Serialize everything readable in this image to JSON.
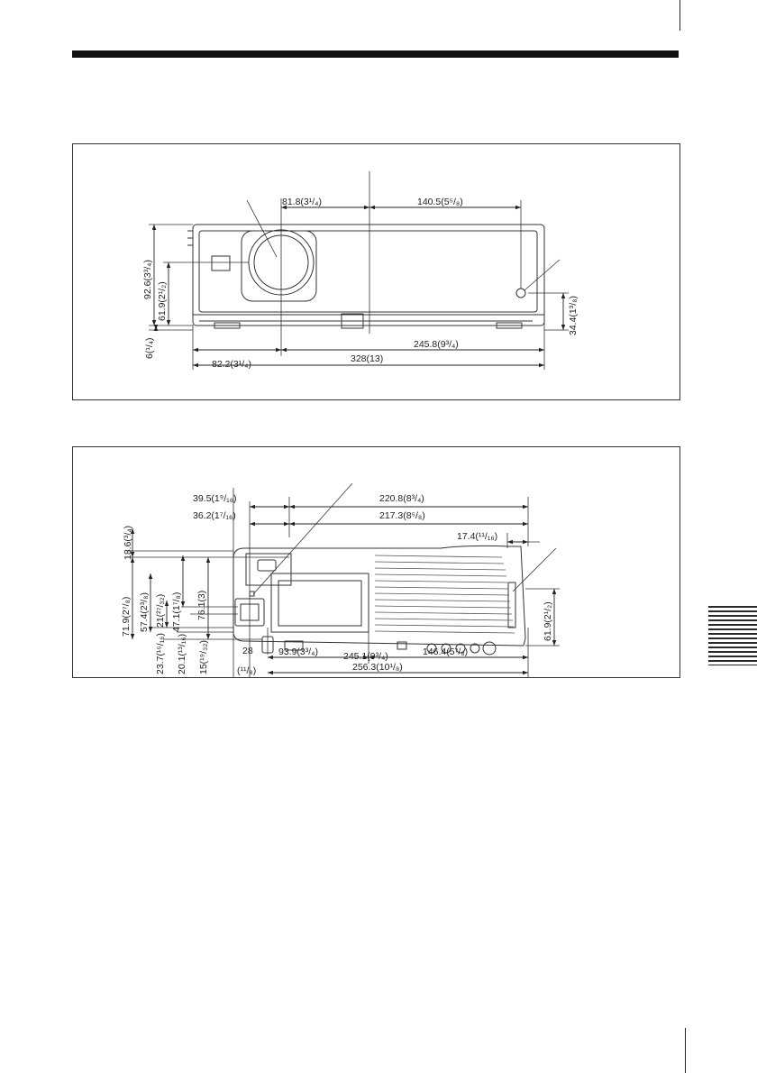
{
  "front_view": {
    "dims": {
      "lens_offset": "81.8(3¹/₄)",
      "right_offset": "140.5(5⁵/₈)",
      "height_total": "92.6(3³/₄)",
      "height_lens": "61.9(2¹/₂)",
      "foot": "6(¹/₄)",
      "left_span": "82.2(3¹/₄)",
      "right_span": "245.8(9³/₄)",
      "width_total": "328(13)",
      "sensor_height": "34.4(1³/₈)"
    }
  },
  "side_view": {
    "dims": {
      "d39": "39.5(1⁹/₁₆)",
      "d220": "220.8(8³/₄)",
      "d36": "36.2(1⁷/₁₆)",
      "d217": "217.3(8⁵/₈)",
      "d17": "17.4(¹¹/₁₆)",
      "d18": "18.6(³/₄)",
      "d71": "71.9(2⁷/₈)",
      "d57": "57.4(2³/₈)",
      "d21": "21(²⁷/₃₂)",
      "d47": "47.1(1⁷/₈)",
      "d76": "76.1(3)",
      "d61": "61.9(2¹/₂)",
      "d23": "23.7(¹⁵/₁₆)",
      "d20": "20.1(¹³/₁₆)",
      "d15": "15(¹⁹/₃₂)",
      "d93": "93.9(3³/₄)",
      "d146": "146.4(5⁷/₈)",
      "d256": "256.3(10¹/₈)",
      "d28": "28",
      "d28b": "(¹¹/₈)",
      "d245": "245.1(9³/₄)"
    }
  }
}
